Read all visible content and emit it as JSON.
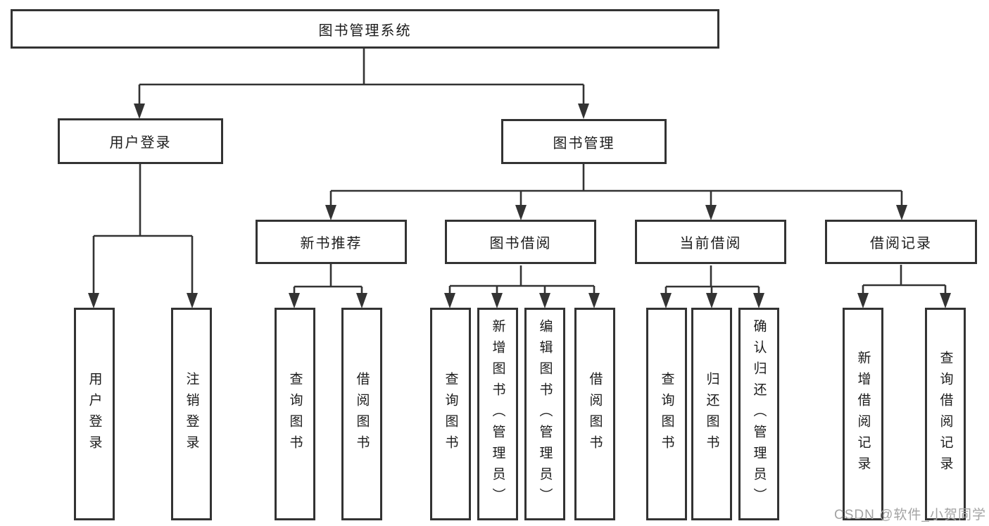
{
  "diagram": {
    "title": "图书管理系统",
    "level2": {
      "user_login": "用户登录",
      "book_mgmt": "图书管理"
    },
    "level3": [
      "新书推荐",
      "图书借阅",
      "当前借阅",
      "借阅记录"
    ],
    "user_login_children": [
      "用户登录",
      "注销登录"
    ],
    "recommend_children": [
      "查询图书",
      "借阅图书"
    ],
    "borrow_children": [
      "查询图书",
      "新增图书（管理员）",
      "编辑图书（管理员）",
      "借阅图书"
    ],
    "current_children": [
      "查询图书",
      "归还图书",
      "确认归还（管理员）"
    ],
    "record_children": [
      "新增借阅记录",
      "查询借阅记录"
    ]
  },
  "watermark": "CSDN @软件_小贺同学",
  "colors": {
    "line": "#333333",
    "box_border": "#333333",
    "text": "#1c1c1c",
    "watermark": "#a3a3a3"
  }
}
